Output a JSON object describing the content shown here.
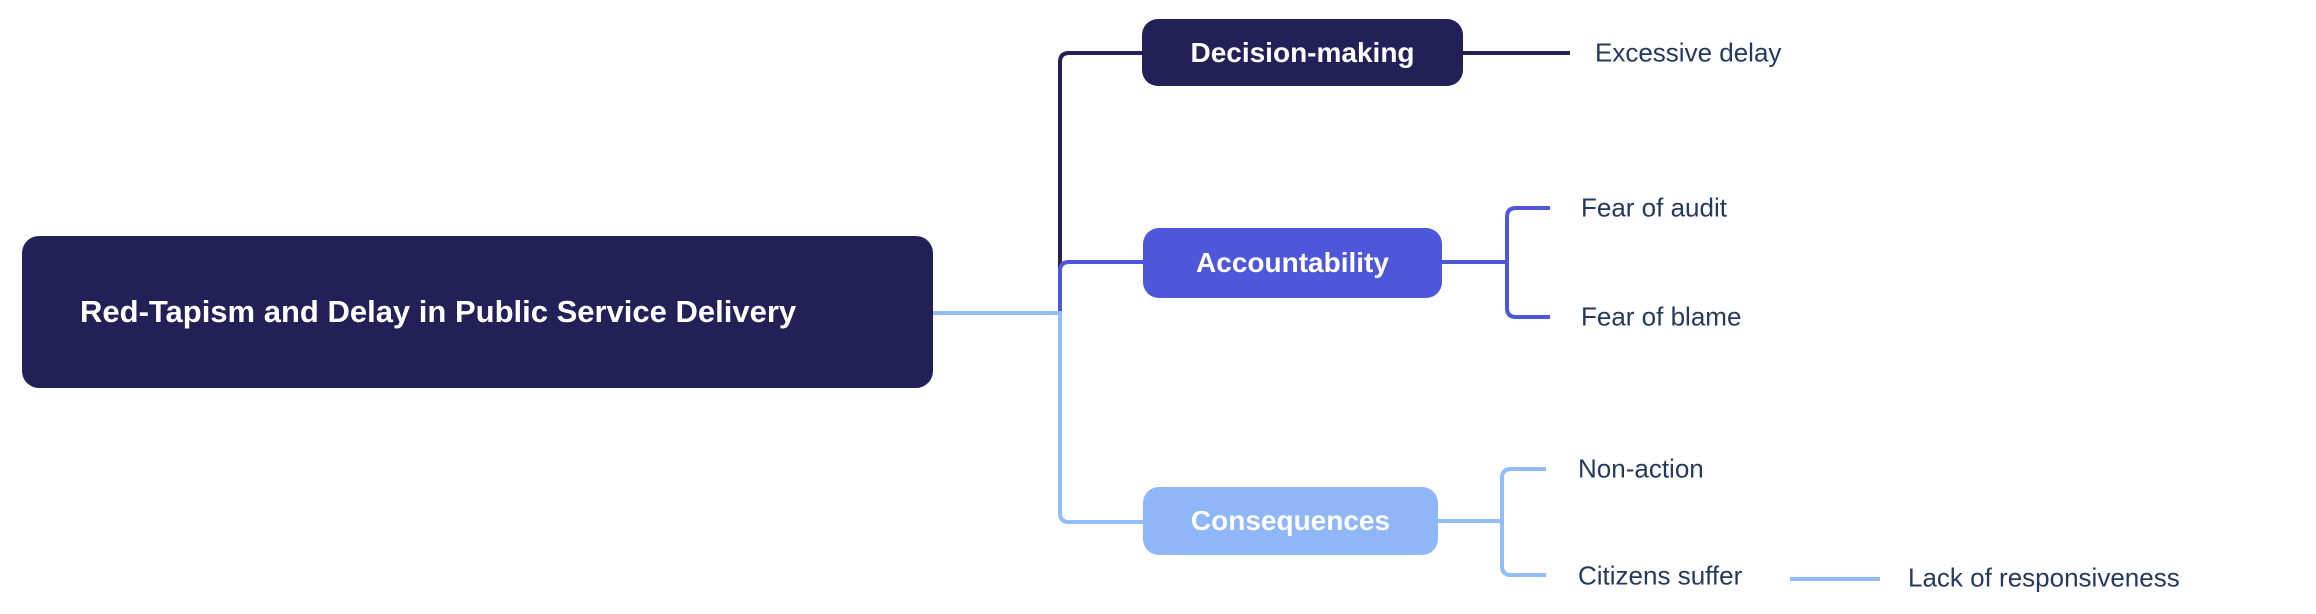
{
  "diagram": {
    "type": "mindmap",
    "background_color": "#ffffff",
    "root": {
      "label": "Red-Tapism and Delay in Public Service Delivery",
      "fill_color": "#232058",
      "text_color": "#ffffff"
    },
    "branches": [
      {
        "label": "Decision-making",
        "fill_color": "#232058",
        "text_color": "#ffffff",
        "line_color": "#232058",
        "children": [
          {
            "label": "Excessive delay"
          }
        ]
      },
      {
        "label": "Accountability",
        "fill_color": "#4e57d9",
        "text_color": "#ffffff",
        "line_color": "#4e57d9",
        "children": [
          {
            "label": "Fear of audit"
          },
          {
            "label": "Fear of blame"
          }
        ]
      },
      {
        "label": "Consequences",
        "fill_color": "#8eb6f8",
        "text_color": "#ffffff",
        "line_color": "#93bcfa",
        "children": [
          {
            "label": "Non-action"
          },
          {
            "label": "Citizens suffer",
            "children": [
              {
                "label": "Lack of responsiveness"
              }
            ]
          }
        ]
      }
    ],
    "leaf_text_color": "#24395e"
  }
}
